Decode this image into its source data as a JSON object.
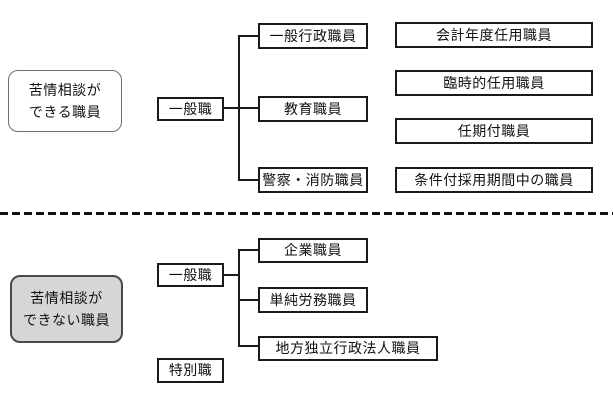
{
  "sections": {
    "can_consult": {
      "group_label": "苦情相談が\nできる職員",
      "parent_label": "一般職",
      "children": [
        "一般行政職員",
        "教育職員",
        "警察・消防職員"
      ],
      "side_items": [
        "会計年度任用職員",
        "臨時的任用職員",
        "任期付職員",
        "条件付採用期間中の職員"
      ]
    },
    "cannot_consult": {
      "group_label": "苦情相談が\nできない職員",
      "parent_label": "一般職",
      "children": [
        "企業職員",
        "単純労務職員",
        "地方独立行政法人職員"
      ],
      "special_label": "特別職"
    }
  },
  "colors": {
    "box_border": "#1a1a1a",
    "connector_line": "#1a1a1a",
    "group_fill_gray": "#d6d6d6",
    "background": "#ffffff"
  }
}
